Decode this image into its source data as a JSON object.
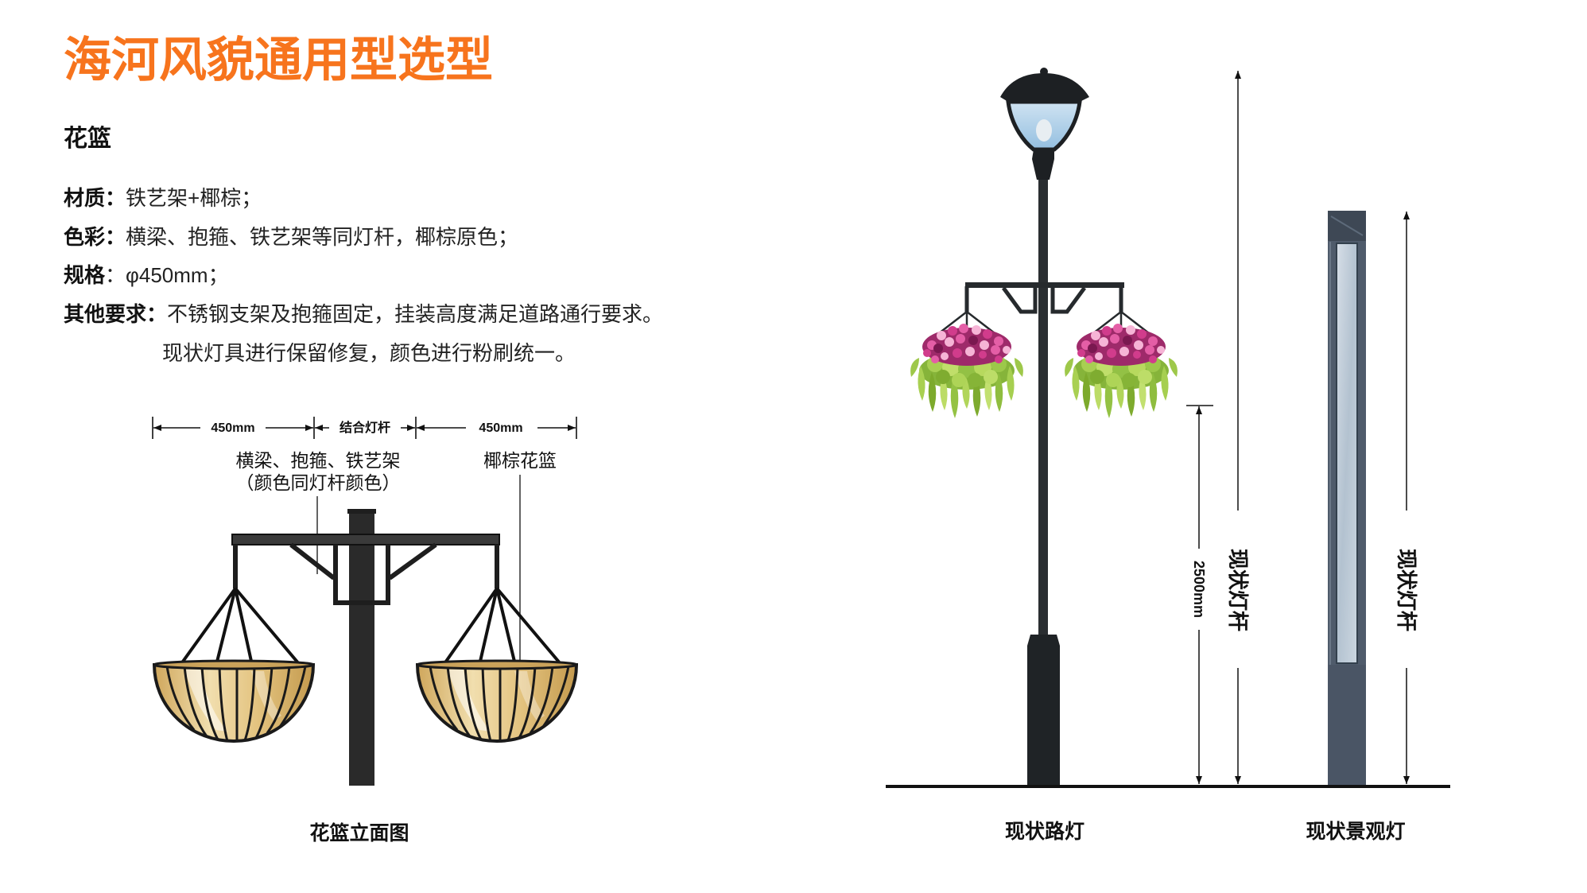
{
  "title": "海河风貌通用型选型",
  "section_heading": "花篮",
  "specs": [
    {
      "label": "材质：",
      "value": "铁艺架+椰棕；"
    },
    {
      "label": "色彩：",
      "value": "横梁、抱箍、铁艺架等同灯杆，椰棕原色；"
    },
    {
      "label": "规格",
      "value": "：φ450mm；"
    },
    {
      "label": "其他要求：",
      "value": "不锈钢支架及抱箍固定，挂装高度满足道路通行要求。"
    }
  ],
  "spec_note": "现状灯具进行保留修复，颜色进行粉刷统一。",
  "elevation": {
    "dimensions": [
      "450mm",
      "结合灯杆",
      "450mm"
    ],
    "label_frame": "横梁、抱箍、铁艺架",
    "label_frame_note": "（颜色同灯杆颜色）",
    "label_basket": "椰棕花篮",
    "caption": "花篮立面图"
  },
  "street_light": {
    "height_dim": "2500mm",
    "pole_label": "现状灯杆",
    "caption": "现状路灯"
  },
  "landscape_light": {
    "pole_label": "现状灯杆",
    "caption": "现状景观灯"
  },
  "colors": {
    "title": "#f7741d",
    "pole": "#2a2e31",
    "basket": "#e2c27e",
    "landscape_frame": "#4f5b6b",
    "flowers": "#9e2a6a",
    "foliage": "#8fbd3f"
  }
}
